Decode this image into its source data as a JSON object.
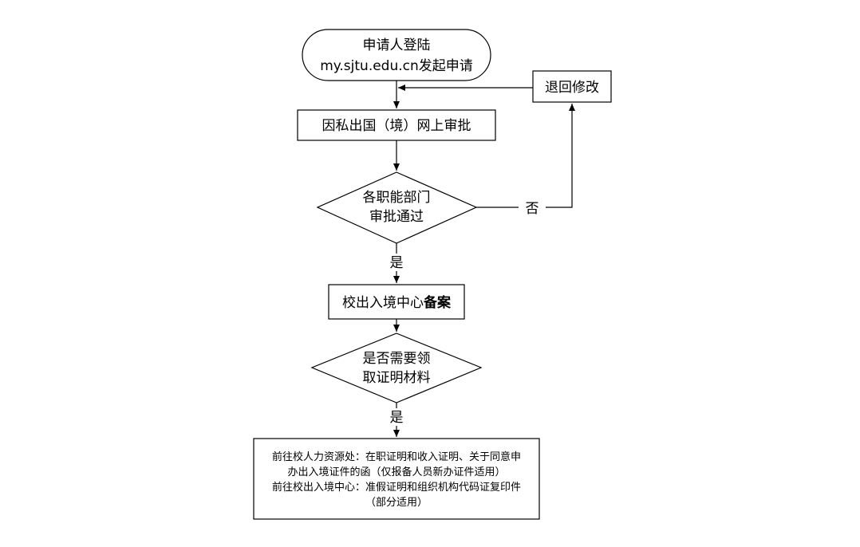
{
  "nodes": {
    "start": {
      "line1": "申请人登陆",
      "line2": "my.sjtu.edu.cn发起申请"
    },
    "return_edit": {
      "label": "退回修改"
    },
    "online_approval": {
      "label": "因私出国（境）网上审批"
    },
    "decision_approved": {
      "line1": "各职能部门",
      "line2": "审批通过"
    },
    "filing": {
      "label_normal": "校出入境中心",
      "label_bold": "备案"
    },
    "decision_materials": {
      "line1": "是否需要领",
      "line2": "取证明材料"
    },
    "final_info": {
      "line1": "前往校人力资源处：在职证明和收入证明、关于同意申",
      "line2": "办出入境证件的函（仅报备人员新办证件适用）",
      "line3": "前往校出入境中心：准假证明和组织机构代码证复印件",
      "line4": "（部分适用）"
    }
  },
  "edge_labels": {
    "no": "否",
    "yes_1": "是",
    "yes_2": "是"
  },
  "colors": {
    "line": "#000000",
    "fill": "#ffffff",
    "text": "#000000"
  }
}
